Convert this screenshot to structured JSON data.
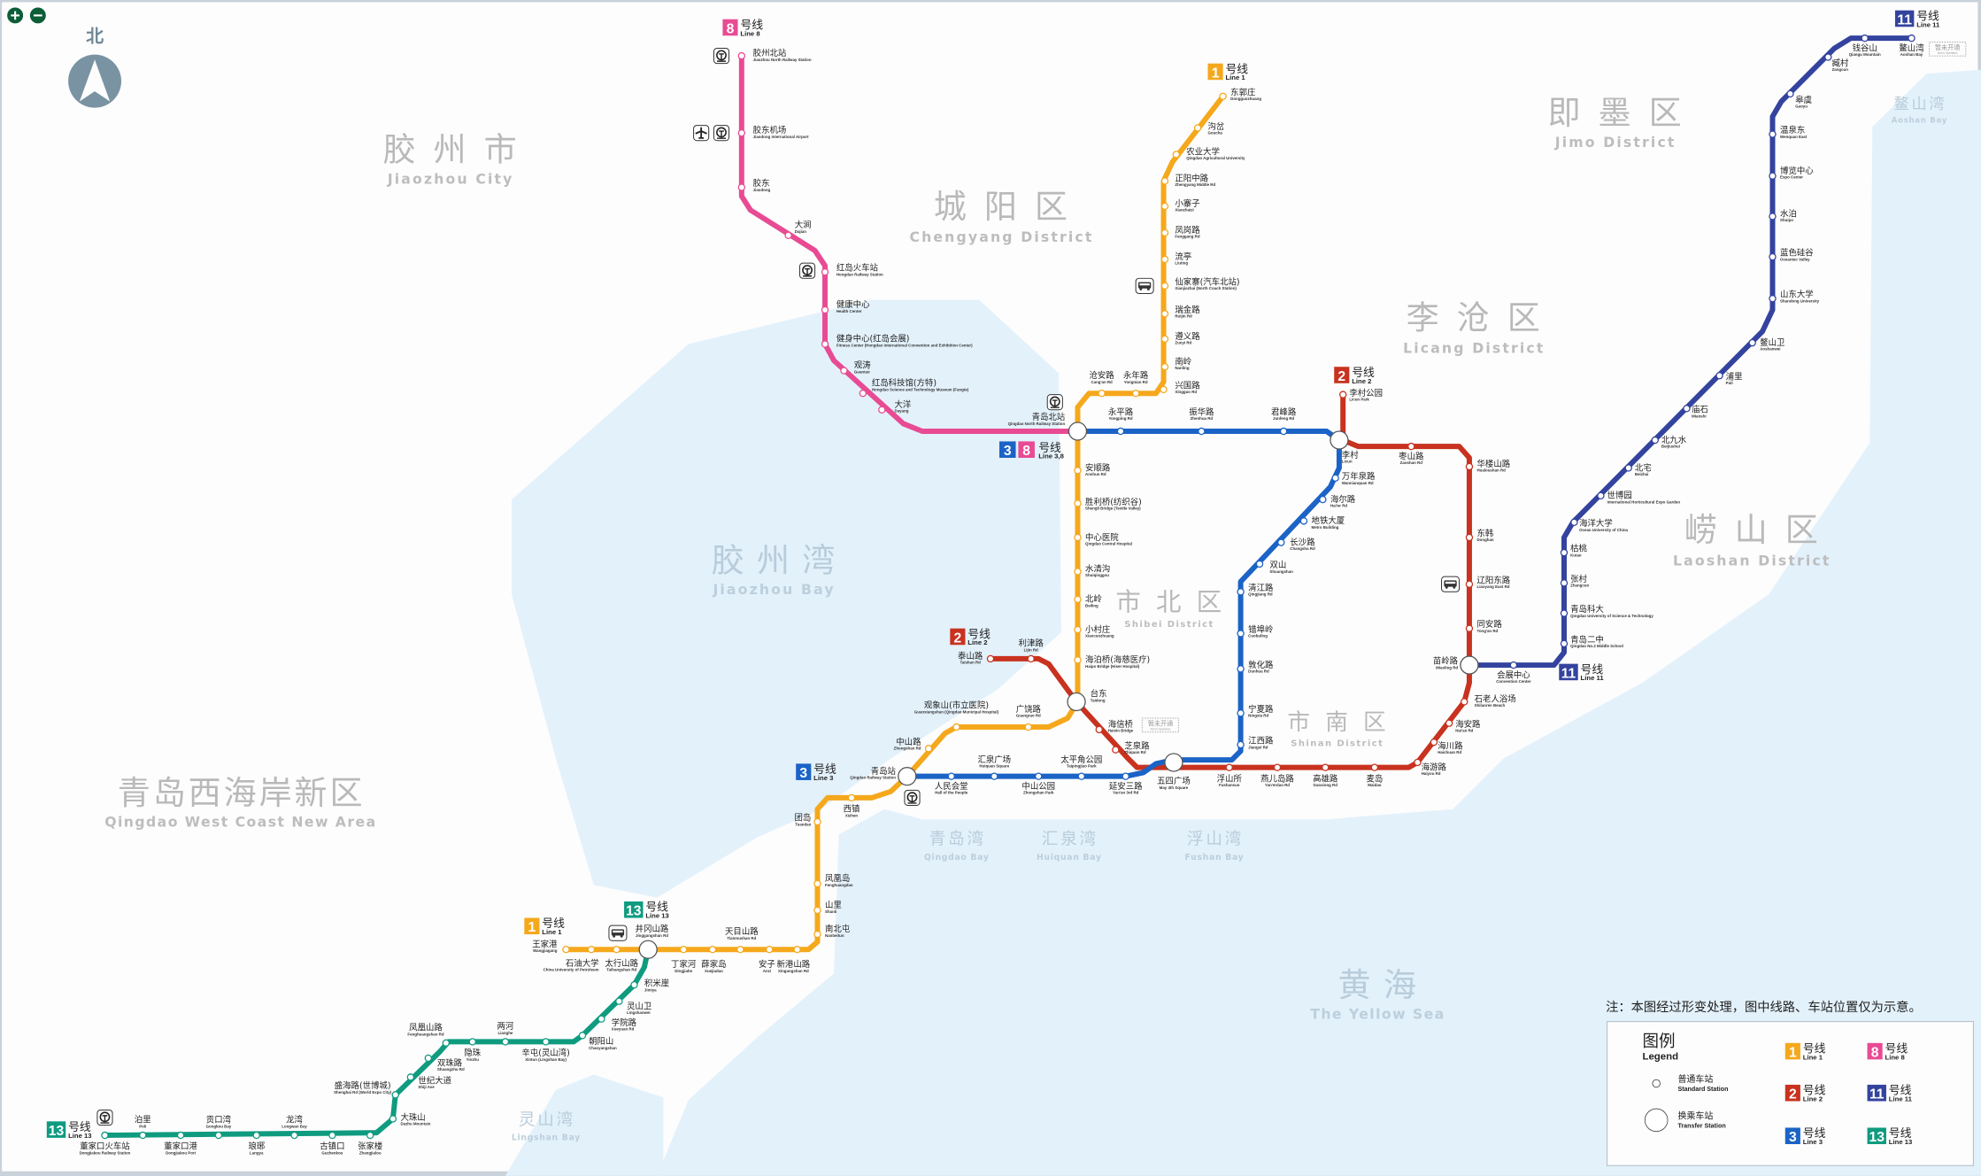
{
  "compass": {
    "label": "北"
  },
  "zoom_controls": {
    "zoom_in_icon": "plus-icon",
    "zoom_out_icon": "minus-icon"
  },
  "colors": {
    "line1": "#f5a81c",
    "line2": "#c8321f",
    "line3": "#1b63c6",
    "line8": "#e84b93",
    "line11": "#33439e",
    "line13": "#0f9b80",
    "water": "#e3f1fb",
    "land": "#fdfdfd"
  },
  "not_in_operation": {
    "cn": "暂未开通",
    "en": "Not in Operation"
  },
  "note": "注：本图经过形变处理，图中线路、车站位置仅为示意。",
  "legend": {
    "title_cn": "图例",
    "title_en": "Legend",
    "standard_cn": "普通车站",
    "standard_en": "Standard Station",
    "transfer_cn": "换乘车站",
    "transfer_en": "Transfer Station"
  },
  "combined_badge": {
    "numbers": [
      "3",
      "8"
    ],
    "cn": "号线",
    "en": "Line 3,8"
  },
  "districts": [
    {
      "cn": "胶州市",
      "en": "Jiaozhou City"
    },
    {
      "cn": "城阳区",
      "en": "Chengyang District"
    },
    {
      "cn": "即墨区",
      "en": "Jimo District"
    },
    {
      "cn": "李沧区",
      "en": "Licang District"
    },
    {
      "cn": "崂山区",
      "en": "Laoshan District"
    },
    {
      "cn": "市北区",
      "en": "Shibei District"
    },
    {
      "cn": "市南区",
      "en": "Shinan District"
    },
    {
      "cn": "胶州湾",
      "en": "Jiaozhou Bay"
    },
    {
      "cn": "青岛西海岸新区",
      "en": "Qingdao West Coast New Area"
    },
    {
      "cn": "黄海",
      "en": "The Yellow Sea"
    },
    {
      "cn": "青岛湾",
      "en": "Qingdao Bay"
    },
    {
      "cn": "汇泉湾",
      "en": "Huiquan Bay"
    },
    {
      "cn": "浮山湾",
      "en": "Fushan Bay"
    },
    {
      "cn": "灵山湾",
      "en": "Lingshan Bay"
    },
    {
      "cn": "鳌山湾",
      "en": "Aoshan Bay"
    }
  ],
  "lines": [
    {
      "id": "1",
      "badge": "1",
      "cn": "号线",
      "en": "Line 1",
      "color_key": "line1",
      "stations": [
        {
          "cn": "东郭庄",
          "en": "Dongguozhuang"
        },
        {
          "cn": "沟岔",
          "en": "Goucha"
        },
        {
          "cn": "农业大学",
          "en": "Qingdao Agricultural University"
        },
        {
          "cn": "正阳中路",
          "en": "Zhengyang Middle Rd"
        },
        {
          "cn": "小寨子",
          "en": "Xiaozhaizi"
        },
        {
          "cn": "凤岗路",
          "en": "Fenggang Rd"
        },
        {
          "cn": "流亭",
          "en": "Liuting"
        },
        {
          "cn": "仙家寨(汽车北站)",
          "en": "Xianjiazhai (North Coach Station)"
        },
        {
          "cn": "瑞金路",
          "en": "Ruijin Rd"
        },
        {
          "cn": "遵义路",
          "en": "Zunyi Rd"
        },
        {
          "cn": "南岭",
          "en": "Nanling"
        },
        {
          "cn": "兴国路",
          "en": "Xingguo Rd"
        },
        {
          "cn": "永年路",
          "en": "Yongnian Rd"
        },
        {
          "cn": "沧安路",
          "en": "Cang'an Rd"
        },
        {
          "cn": "青岛北站",
          "en": "Qingdao North Railway Station"
        },
        {
          "cn": "安顺路",
          "en": "Anshun Rd"
        },
        {
          "cn": "胜利桥(纺织谷)",
          "en": "Shengli Bridge (Textile Valley)"
        },
        {
          "cn": "中心医院",
          "en": "Qingdao Central Hospital"
        },
        {
          "cn": "水清沟",
          "en": "Shuiqinggou"
        },
        {
          "cn": "北岭",
          "en": "Beiling"
        },
        {
          "cn": "小村庄",
          "en": "Xiaocunzhuang"
        },
        {
          "cn": "海泊桥(海慈医疗)",
          "en": "Haipo Bridge (Hiser Hospital)"
        },
        {
          "cn": "台东",
          "en": "Taidong"
        },
        {
          "cn": "广饶路",
          "en": "Guangrao Rd"
        },
        {
          "cn": "观象山(市立医院)",
          "en": "Guanxiangshan (Qingdao Municipal Hospital)"
        },
        {
          "cn": "中山路",
          "en": "Zhongshan Rd"
        },
        {
          "cn": "青岛站",
          "en": "Qingdao Railway Station"
        },
        {
          "cn": "西镇",
          "en": "Xizhen"
        },
        {
          "cn": "团岛",
          "en": "Tuandao"
        },
        {
          "cn": "凤凰岛",
          "en": "Fenghuangdao"
        },
        {
          "cn": "山里",
          "en": "Shanli"
        },
        {
          "cn": "南北屯",
          "en": "Nanbeitun"
        },
        {
          "cn": "新港山路",
          "en": "Xingangshan Rd"
        },
        {
          "cn": "安子",
          "en": "Anzi"
        },
        {
          "cn": "天目山路",
          "en": "Tianmushan Rd"
        },
        {
          "cn": "薛家岛",
          "en": "Xuejiadao"
        },
        {
          "cn": "丁家河",
          "en": "Dingjiahe"
        },
        {
          "cn": "井冈山路",
          "en": "Jinggangshan Rd"
        },
        {
          "cn": "太行山路",
          "en": "Taihangshan Rd"
        },
        {
          "cn": "石油大学",
          "en": "China University of Petroleum"
        },
        {
          "cn": "王家港",
          "en": "Wangjiagang"
        }
      ]
    },
    {
      "id": "2",
      "badge": "2",
      "cn": "号线",
      "en": "Line 2",
      "color_key": "line2",
      "stations": [
        {
          "cn": "李村公园",
          "en": "Licun Park"
        },
        {
          "cn": "李村",
          "en": "Licun"
        },
        {
          "cn": "枣山路",
          "en": "Zaoshan Rd"
        },
        {
          "cn": "华楼山路",
          "en": "Hualoushan Rd"
        },
        {
          "cn": "东韩",
          "en": "Donghan"
        },
        {
          "cn": "辽阳东路",
          "en": "Liaoyang East Rd"
        },
        {
          "cn": "同安路",
          "en": "Tong'an Rd"
        },
        {
          "cn": "苗岭路",
          "en": "Miaoling Rd"
        },
        {
          "cn": "石老人浴场",
          "en": "Shilaoren Beach"
        },
        {
          "cn": "海安路",
          "en": "Hai'an Rd"
        },
        {
          "cn": "海川路",
          "en": "Haichuan Rd"
        },
        {
          "cn": "海游路",
          "en": "Haiyou Rd"
        },
        {
          "cn": "麦岛",
          "en": "Maidao"
        },
        {
          "cn": "高雄路",
          "en": "Gaoxiong Rd"
        },
        {
          "cn": "燕儿岛路",
          "en": "Yan'erdao Rd"
        },
        {
          "cn": "浮山所",
          "en": "Fushansuo"
        },
        {
          "cn": "五四广场",
          "en": "May 4th Square"
        },
        {
          "cn": "芝泉路",
          "en": "Zhiquan Rd"
        },
        {
          "cn": "海信桥",
          "en": "Haixin Bridge"
        },
        {
          "cn": "台东",
          "en": "Taidong"
        },
        {
          "cn": "利津路",
          "en": "Lijin Rd"
        },
        {
          "cn": "泰山路",
          "en": "Taishan Rd"
        }
      ]
    },
    {
      "id": "3",
      "badge": "3",
      "cn": "号线",
      "en": "Line 3",
      "color_key": "line3",
      "stations": [
        {
          "cn": "青岛北站",
          "en": "Qingdao North Railway Station"
        },
        {
          "cn": "永平路",
          "en": "Yongping Rd"
        },
        {
          "cn": "振华路",
          "en": "Zhenhua Rd"
        },
        {
          "cn": "君峰路",
          "en": "Junfeng Rd"
        },
        {
          "cn": "李村",
          "en": "Licun"
        },
        {
          "cn": "万年泉路",
          "en": "Wannianquan Rd"
        },
        {
          "cn": "海尔路",
          "en": "Hai'er Rd"
        },
        {
          "cn": "地铁大厦",
          "en": "Metro Building"
        },
        {
          "cn": "长沙路",
          "en": "Changsha Rd"
        },
        {
          "cn": "双山",
          "en": "Shuangshan"
        },
        {
          "cn": "清江路",
          "en": "Qingjiang Rd"
        },
        {
          "cn": "错埠岭",
          "en": "Cuobuling"
        },
        {
          "cn": "敦化路",
          "en": "Dunhua Rd"
        },
        {
          "cn": "宁夏路",
          "en": "Ningxia Rd"
        },
        {
          "cn": "江西路",
          "en": "Jiangxi Rd"
        },
        {
          "cn": "五四广场",
          "en": "May 4th Square"
        },
        {
          "cn": "延安三路",
          "en": "Yan'an 3rd Rd"
        },
        {
          "cn": "太平角公园",
          "en": "Taipingjiao Park"
        },
        {
          "cn": "中山公园",
          "en": "Zhongshan Park"
        },
        {
          "cn": "汇泉广场",
          "en": "Huiquan Square"
        },
        {
          "cn": "人民会堂",
          "en": "Hall of the People"
        },
        {
          "cn": "青岛站",
          "en": "Qingdao Railway Station"
        }
      ]
    },
    {
      "id": "8",
      "badge": "8",
      "cn": "号线",
      "en": "Line 8",
      "color_key": "line8",
      "stations": [
        {
          "cn": "胶州北站",
          "en": "Jiaozhou North Railway Station"
        },
        {
          "cn": "胶东机场",
          "en": "Jiaodong International Airport"
        },
        {
          "cn": "胶东",
          "en": "Jiaodong"
        },
        {
          "cn": "大涧",
          "en": "Dajian"
        },
        {
          "cn": "红岛火车站",
          "en": "Hongdao Railway Station"
        },
        {
          "cn": "健康中心",
          "en": "Health Center"
        },
        {
          "cn": "健身中心(红岛会展)",
          "en": "Fitness Center (Hongdao International Convention and Exhibition Center)"
        },
        {
          "cn": "观涛",
          "en": "Guantao"
        },
        {
          "cn": "红岛科技馆(方特)",
          "en": "Hongdao Science and Technology Museum (Fangte)"
        },
        {
          "cn": "大洋",
          "en": "Dayang"
        },
        {
          "cn": "青岛北站",
          "en": "Qingdao North Railway Station"
        }
      ]
    },
    {
      "id": "11",
      "badge": "11",
      "cn": "号线",
      "en": "Line 11",
      "color_key": "line11",
      "stations": [
        {
          "cn": "苗岭路",
          "en": "Miaoling Rd"
        },
        {
          "cn": "会展中心",
          "en": "Convention Center"
        },
        {
          "cn": "青岛二中",
          "en": "Qingdao No.2 Middle School"
        },
        {
          "cn": "青岛科大",
          "en": "Qingdao University of Science & Technology"
        },
        {
          "cn": "张村",
          "en": "Zhangcun"
        },
        {
          "cn": "枯桃",
          "en": "Kutao"
        },
        {
          "cn": "海洋大学",
          "en": "Ocean University of China"
        },
        {
          "cn": "世博园",
          "en": "International Horticultural Expo Garden"
        },
        {
          "cn": "北宅",
          "en": "Beizhai"
        },
        {
          "cn": "北九水",
          "en": "Beijiushui"
        },
        {
          "cn": "庙石",
          "en": "Miaoshi"
        },
        {
          "cn": "浦里",
          "en": "Puli"
        },
        {
          "cn": "鳌山卫",
          "en": "Aoshanwei"
        },
        {
          "cn": "山东大学",
          "en": "Shandong University"
        },
        {
          "cn": "蓝色硅谷",
          "en": "Oceantec Valley"
        },
        {
          "cn": "水泊",
          "en": "Shuipo"
        },
        {
          "cn": "博览中心",
          "en": "Expo Center"
        },
        {
          "cn": "温泉东",
          "en": "Wenquan East"
        },
        {
          "cn": "皋虞",
          "en": "Gaoyu"
        },
        {
          "cn": "臧村",
          "en": "Zangcun"
        },
        {
          "cn": "钱谷山",
          "en": "Qiangu Mountain"
        },
        {
          "cn": "鳌山湾",
          "en": "Aoshan Bay"
        }
      ]
    },
    {
      "id": "13",
      "badge": "13",
      "cn": "号线",
      "en": "Line 13",
      "color_key": "line13",
      "stations": [
        {
          "cn": "井冈山路",
          "en": "Jinggangshan Rd"
        },
        {
          "cn": "积米崖",
          "en": "Jimiya"
        },
        {
          "cn": "灵山卫",
          "en": "Lingshanwei"
        },
        {
          "cn": "学院路",
          "en": "Xueyuan Rd"
        },
        {
          "cn": "朝阳山",
          "en": "Chaoyangshan"
        },
        {
          "cn": "辛屯(灵山湾)",
          "en": "Xintun (Lingshan Bay)"
        },
        {
          "cn": "两河",
          "en": "Lianghe"
        },
        {
          "cn": "隐珠",
          "en": "Yinzhu"
        },
        {
          "cn": "凤凰山路",
          "en": "Fenghuangshan Rd"
        },
        {
          "cn": "双珠路",
          "en": "Shuangzhu Rd"
        },
        {
          "cn": "世纪大道",
          "en": "Shiji Ave"
        },
        {
          "cn": "盛海路(世博城)",
          "en": "Shenghai Rd (World Expo City)"
        },
        {
          "cn": "大珠山",
          "en": "Dazhu Mountain"
        },
        {
          "cn": "张家楼",
          "en": "Zhangjialou"
        },
        {
          "cn": "古镇口",
          "en": "Guzhenkou"
        },
        {
          "cn": "龙湾",
          "en": "Longwan Bay"
        },
        {
          "cn": "琅琊",
          "en": "Langya"
        },
        {
          "cn": "贡口湾",
          "en": "Gongkou Bay"
        },
        {
          "cn": "董家口港",
          "en": "Dongjiakou Port"
        },
        {
          "cn": "泊里",
          "en": "Poli"
        },
        {
          "cn": "董家口火车站",
          "en": "Dongjiakou Railway Station"
        }
      ]
    }
  ]
}
